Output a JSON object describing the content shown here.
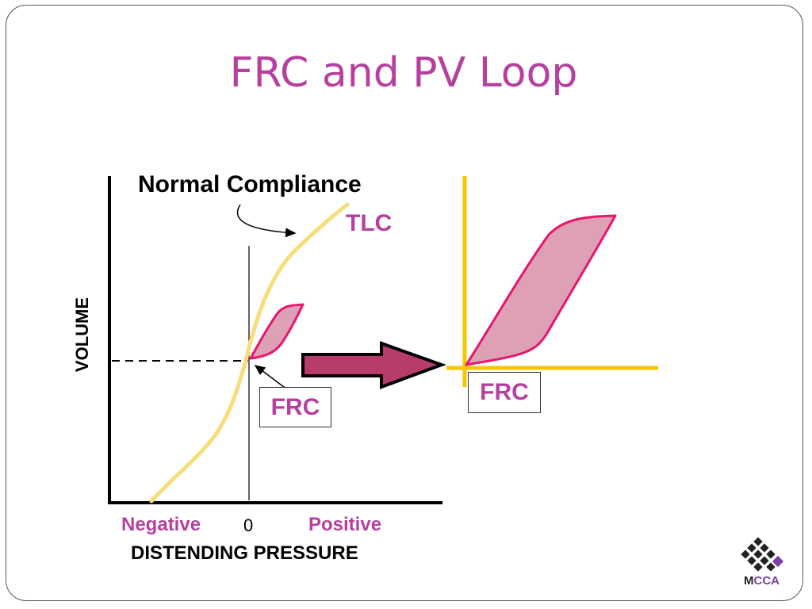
{
  "slide": {
    "title": "FRC and PV Loop"
  },
  "left_plot": {
    "annotation": "Normal Compliance",
    "curve_end_label": "TLC",
    "y_axis_label": "VOLUME",
    "x_negative_label": "Negative",
    "x_zero_label": "0",
    "x_positive_label": "Positive",
    "x_axis_label": "DISTENDING PRESSURE",
    "frc_label": "FRC"
  },
  "right_plot": {
    "frc_label": "FRC"
  },
  "logo": {
    "text_m": "M",
    "text_cca": "CCA"
  },
  "colors": {
    "title": "#b6409f",
    "compliance_curve": "#f7de7a",
    "loop_fill": "#dda0b5",
    "loop_stroke": "#e6176e",
    "arrow_fill": "#b83c6b",
    "right_axes": "#f5c800"
  }
}
